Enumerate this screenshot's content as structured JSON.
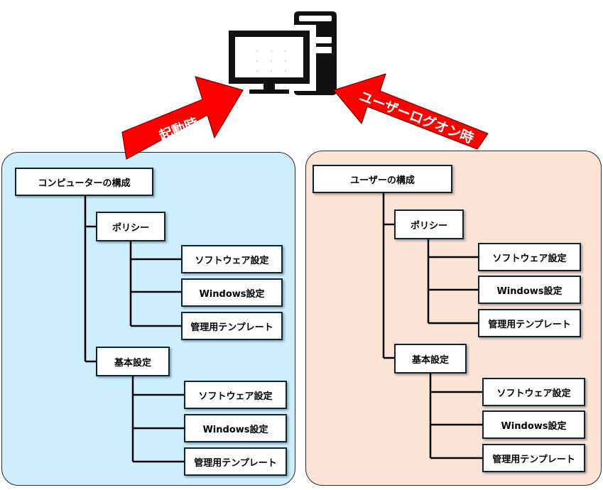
{
  "colors": {
    "computer_panel": "#cdeefd",
    "user_panel": "#fbe3d6",
    "arrow": "#ff0000",
    "node_border": "#0b2534",
    "icon": "#111111"
  },
  "icons": {
    "computer": "desktop-computer-icon"
  },
  "arrows": {
    "startup_label": "起動時",
    "logon_label": "ユーザーログオン時"
  },
  "computer_tree": {
    "root": "コンピューターの構成",
    "policy": "ポリシー",
    "policy_children": [
      "ソフトウェア設定",
      "Windows設定",
      "管理用テンプレート"
    ],
    "basic": "基本設定",
    "basic_children": [
      "ソフトウェア設定",
      "Windows設定",
      "管理用テンプレート"
    ]
  },
  "user_tree": {
    "root": "ユーザーの構成",
    "policy": "ポリシー",
    "policy_children": [
      "ソフトウェア設定",
      "Windows設定",
      "管理用テンプレート"
    ],
    "basic": "基本設定",
    "basic_children": [
      "ソフトウェア設定",
      "Windows設定",
      "管理用テンプレート"
    ]
  }
}
